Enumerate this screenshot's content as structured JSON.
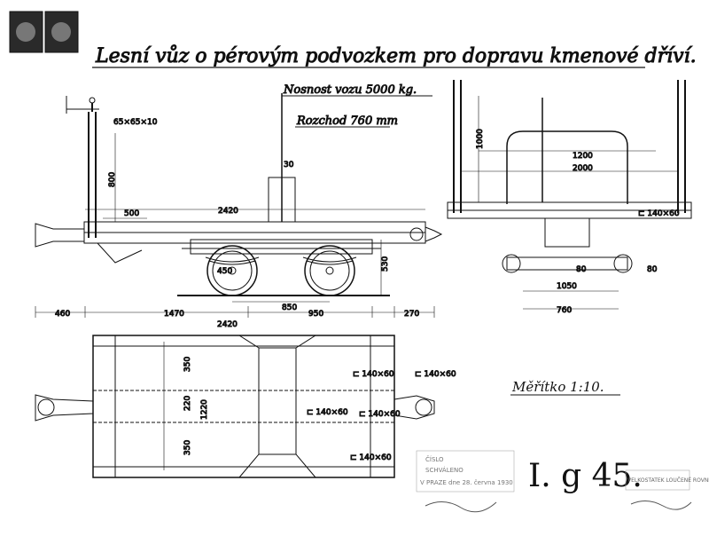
{
  "sheet": {
    "title": "Lesní vůz o pérovým podvozkem pro dopravu kmenové dříví.",
    "capacity": "Nosnost vozu 5000 kg.",
    "gauge": "Rozchod 760 mm",
    "scale": "Měřítko 1:10.",
    "drawing_id": "I. g 45."
  },
  "dims_side": {
    "d_65": "65×65×10",
    "d_800": "800",
    "d_500": "500",
    "d_2420": "2420",
    "d_30": "30",
    "d_450": "450",
    "d_530": "530",
    "d_850": "850",
    "d_460": "460",
    "d_1470": "1470",
    "d_950": "950",
    "d_270": "270",
    "d_2420b": "2420"
  },
  "dims_end": {
    "d_1000": "1000",
    "d_1200": "1200",
    "d_2000": "2000",
    "d_c140": "⊏ 140×60",
    "d_80a": "80",
    "d_80b": "80",
    "d_1050": "1050",
    "d_760": "760"
  },
  "dims_plan": {
    "d_350a": "350",
    "d_220": "220",
    "d_1220": "1220",
    "d_350b": "350",
    "c_1": "⊏ 140×60",
    "c_2": "⊏ 140×60",
    "c_3": "⊏ 140×60",
    "c_4": "⊏ 140×60",
    "c_5": "⊏ 140×60"
  },
  "stamps": {
    "approval": "ČÍSLO",
    "approval_2": "SCHVÁLENO",
    "date": "V PRAZE dne 28. června 1930",
    "office": "VELKOSTATEK LOUČENÉ ROVNÉ"
  }
}
